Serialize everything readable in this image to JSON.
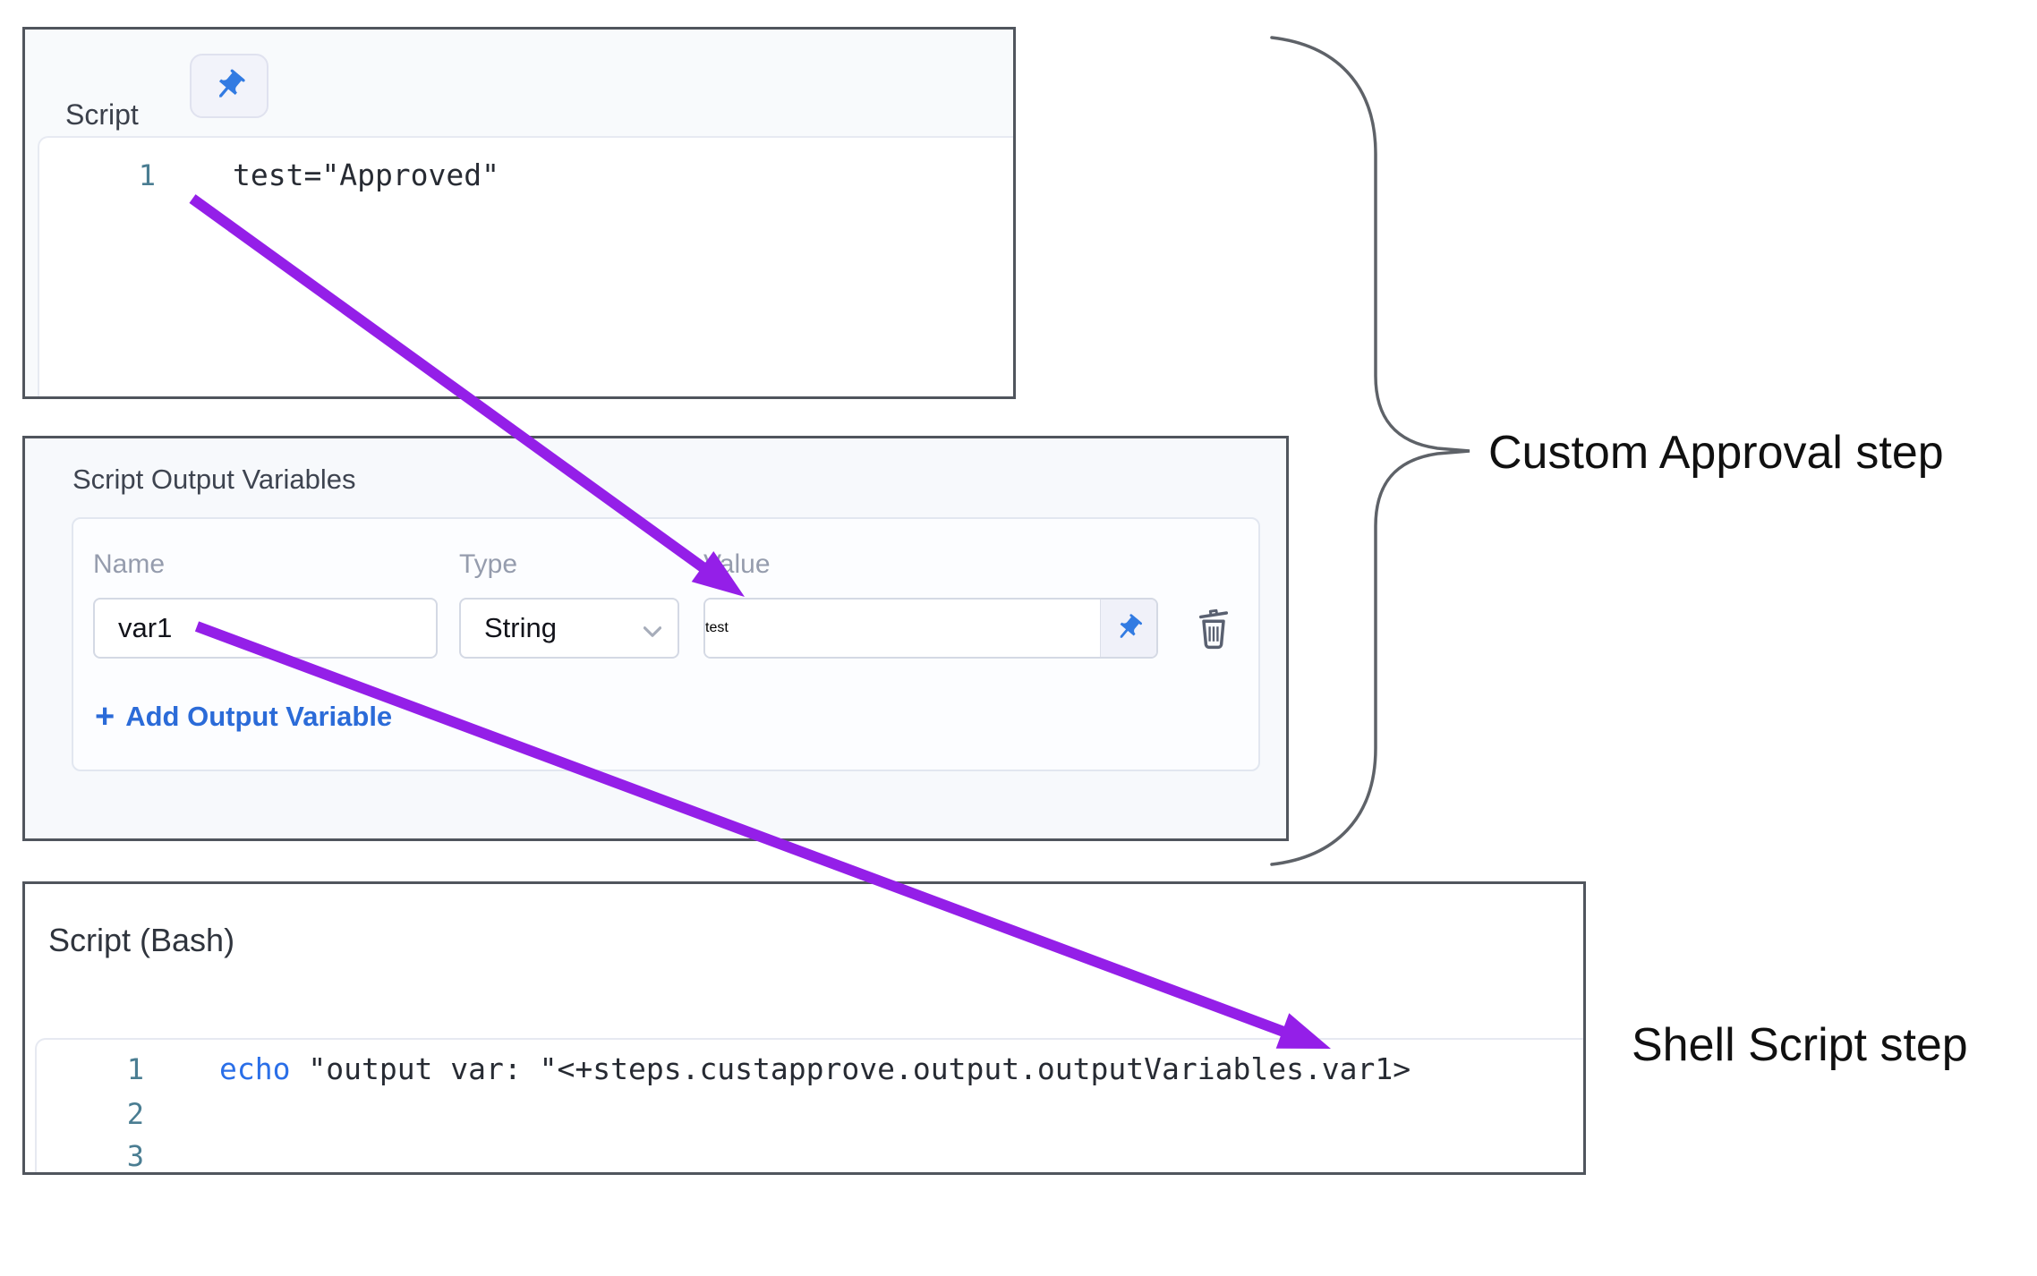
{
  "colors": {
    "arrow_purple": "#941fe8",
    "panel_border": "#50555d",
    "link_blue": "#2b6bd8",
    "pin_blue": "#327be2",
    "keyword_blue": "#2a6fe8",
    "line_number_teal": "#4a7d92"
  },
  "approval_step": {
    "label": "Custom Approval step",
    "script_panel": {
      "title": "Script",
      "editor": {
        "lines": [
          {
            "num": "1",
            "code": "test=\"Approved\""
          }
        ]
      }
    },
    "variables_panel": {
      "title": "Script Output Variables",
      "columns": {
        "name": "Name",
        "type": "Type",
        "value": "Value"
      },
      "row": {
        "name": "var1",
        "type": "String",
        "value": "test"
      },
      "add_button": {
        "plus": "+",
        "label": "Add Output Variable"
      }
    }
  },
  "shell_step": {
    "label": "Shell Script step",
    "panel_title": "Script (Bash)",
    "editor": {
      "lines": [
        {
          "num": "1",
          "keyword": "echo",
          "code": " \"output var: \"<+steps.custapprove.output.outputVariables.var1>"
        },
        {
          "num": "2",
          "keyword": "",
          "code": ""
        },
        {
          "num": "3",
          "keyword": "",
          "code": ""
        }
      ]
    }
  }
}
